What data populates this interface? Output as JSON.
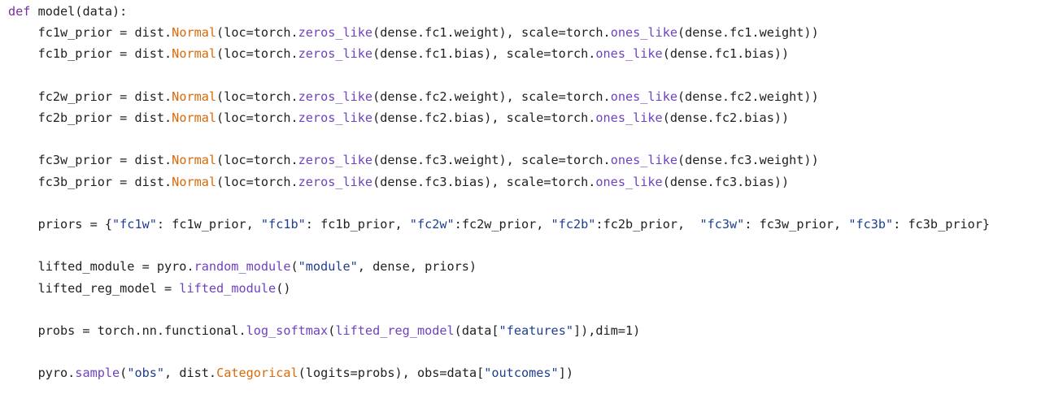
{
  "lines": [
    [
      [
        "kw",
        "def"
      ],
      [
        "plain",
        " model(data):"
      ]
    ],
    [
      [
        "plain",
        "    fc1w_prior = dist."
      ],
      [
        "cls",
        "Normal"
      ],
      [
        "plain",
        "(loc=torch."
      ],
      [
        "call",
        "zeros_like"
      ],
      [
        "plain",
        "(dense.fc1.weight), scale=torch."
      ],
      [
        "call",
        "ones_like"
      ],
      [
        "plain",
        "(dense.fc1.weight))"
      ]
    ],
    [
      [
        "plain",
        "    fc1b_prior = dist."
      ],
      [
        "cls",
        "Normal"
      ],
      [
        "plain",
        "(loc=torch."
      ],
      [
        "call",
        "zeros_like"
      ],
      [
        "plain",
        "(dense.fc1.bias), scale=torch."
      ],
      [
        "call",
        "ones_like"
      ],
      [
        "plain",
        "(dense.fc1.bias))"
      ]
    ],
    [],
    [
      [
        "plain",
        "    fc2w_prior = dist."
      ],
      [
        "cls",
        "Normal"
      ],
      [
        "plain",
        "(loc=torch."
      ],
      [
        "call",
        "zeros_like"
      ],
      [
        "plain",
        "(dense.fc2.weight), scale=torch."
      ],
      [
        "call",
        "ones_like"
      ],
      [
        "plain",
        "(dense.fc2.weight))"
      ]
    ],
    [
      [
        "plain",
        "    fc2b_prior = dist."
      ],
      [
        "cls",
        "Normal"
      ],
      [
        "plain",
        "(loc=torch."
      ],
      [
        "call",
        "zeros_like"
      ],
      [
        "plain",
        "(dense.fc2.bias), scale=torch."
      ],
      [
        "call",
        "ones_like"
      ],
      [
        "plain",
        "(dense.fc2.bias))"
      ]
    ],
    [],
    [
      [
        "plain",
        "    fc3w_prior = dist."
      ],
      [
        "cls",
        "Normal"
      ],
      [
        "plain",
        "(loc=torch."
      ],
      [
        "call",
        "zeros_like"
      ],
      [
        "plain",
        "(dense.fc3.weight), scale=torch."
      ],
      [
        "call",
        "ones_like"
      ],
      [
        "plain",
        "(dense.fc3.weight))"
      ]
    ],
    [
      [
        "plain",
        "    fc3b_prior = dist."
      ],
      [
        "cls",
        "Normal"
      ],
      [
        "plain",
        "(loc=torch."
      ],
      [
        "call",
        "zeros_like"
      ],
      [
        "plain",
        "(dense.fc3.bias), scale=torch."
      ],
      [
        "call",
        "ones_like"
      ],
      [
        "plain",
        "(dense.fc3.bias))"
      ]
    ],
    [],
    [
      [
        "plain",
        "    priors = {"
      ],
      [
        "str",
        "\"fc1w\""
      ],
      [
        "plain",
        ": fc1w_prior, "
      ],
      [
        "str",
        "\"fc1b\""
      ],
      [
        "plain",
        ": fc1b_prior, "
      ],
      [
        "str",
        "\"fc2w\""
      ],
      [
        "plain",
        ":fc2w_prior, "
      ],
      [
        "str",
        "\"fc2b\""
      ],
      [
        "plain",
        ":fc2b_prior,  "
      ],
      [
        "str",
        "\"fc3w\""
      ],
      [
        "plain",
        ": fc3w_prior, "
      ],
      [
        "str",
        "\"fc3b\""
      ],
      [
        "plain",
        ": fc3b_prior}"
      ]
    ],
    [],
    [
      [
        "plain",
        "    lifted_module = pyro."
      ],
      [
        "call",
        "random_module"
      ],
      [
        "plain",
        "("
      ],
      [
        "str",
        "\"module\""
      ],
      [
        "plain",
        ", dense, priors)"
      ]
    ],
    [
      [
        "plain",
        "    lifted_reg_model = "
      ],
      [
        "call",
        "lifted_module"
      ],
      [
        "plain",
        "()"
      ]
    ],
    [],
    [
      [
        "plain",
        "    probs = torch.nn.functional."
      ],
      [
        "call",
        "log_softmax"
      ],
      [
        "plain",
        "("
      ],
      [
        "call",
        "lifted_reg_model"
      ],
      [
        "plain",
        "(data["
      ],
      [
        "str",
        "\"features\""
      ],
      [
        "plain",
        "]),dim=1)"
      ]
    ],
    [],
    [
      [
        "plain",
        "    pyro."
      ],
      [
        "call",
        "sample"
      ],
      [
        "plain",
        "("
      ],
      [
        "str",
        "\"obs\""
      ],
      [
        "plain",
        ", dist."
      ],
      [
        "cls",
        "Categorical"
      ],
      [
        "plain",
        "(logits=probs), obs=data["
      ],
      [
        "str",
        "\"outcomes\""
      ],
      [
        "plain",
        "])"
      ]
    ]
  ]
}
